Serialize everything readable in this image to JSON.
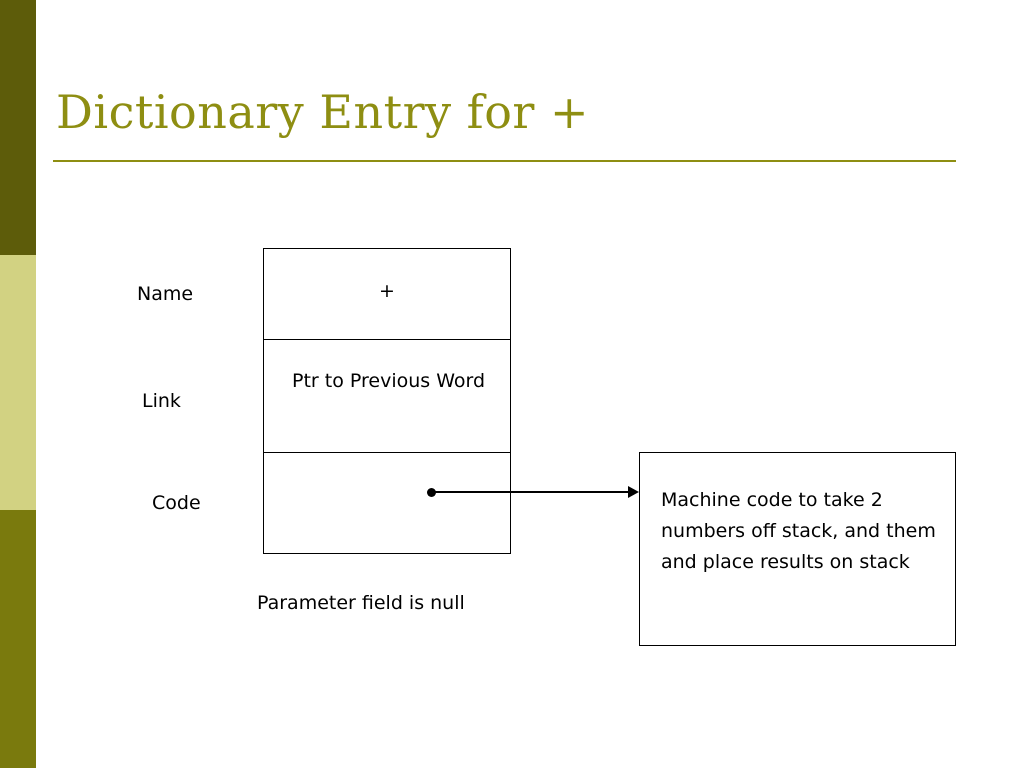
{
  "slide": {
    "title": "Dictionary Entry for +",
    "accent_color": "#8e8e12",
    "sidebar_colors": {
      "top": "#5d5c0a",
      "middle": "#d2d282",
      "bottom": "#7a7a0d"
    }
  },
  "diagram": {
    "row_labels": [
      {
        "name": "name-label",
        "text": "Name"
      },
      {
        "name": "link-label",
        "text": "Link"
      },
      {
        "name": "code-label",
        "text": "Code"
      }
    ],
    "entry_cells": {
      "name_value": "+",
      "link_value": "Ptr to Previous Word",
      "code_value": ""
    },
    "machine_code_box": "Machine code to take 2 numbers off stack, and them and place results on stack",
    "caption": "Parameter field is null"
  }
}
